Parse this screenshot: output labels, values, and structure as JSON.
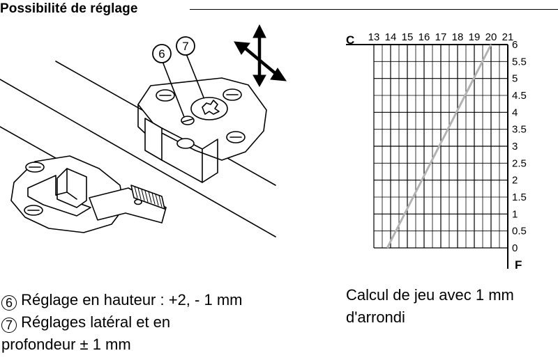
{
  "title": "Possibilité de réglage",
  "callouts": {
    "six": "6",
    "seven": "7"
  },
  "legend": {
    "item6_num": "6",
    "item6_text": "Réglage en hauteur : +2, - 1 mm",
    "item7_num": "7",
    "item7_text_line1": "Réglages latéral et en",
    "item7_text_line2": "profondeur ± 1 mm"
  },
  "chart_caption": {
    "line1": "Calcul de jeu avec 1 mm",
    "line2": "d'arrondi"
  },
  "chart_data": {
    "type": "line",
    "title": "",
    "xlabel": "C",
    "ylabel": "F",
    "x_ticks": [
      "13",
      "14",
      "15",
      "16",
      "17",
      "18",
      "19",
      "20",
      "21"
    ],
    "y_ticks": [
      "0",
      "0.5",
      "1",
      "1.5",
      "2",
      "2.5",
      "3",
      "3.5",
      "4",
      "4.5",
      "5",
      "5.5",
      "6"
    ],
    "xlim": [
      13,
      21
    ],
    "ylim": [
      0,
      6
    ],
    "grid": true,
    "line_color": "#b3b3b3",
    "series": [
      {
        "x": [
          13.8,
          20.0
        ],
        "y": [
          0,
          6
        ]
      }
    ]
  }
}
